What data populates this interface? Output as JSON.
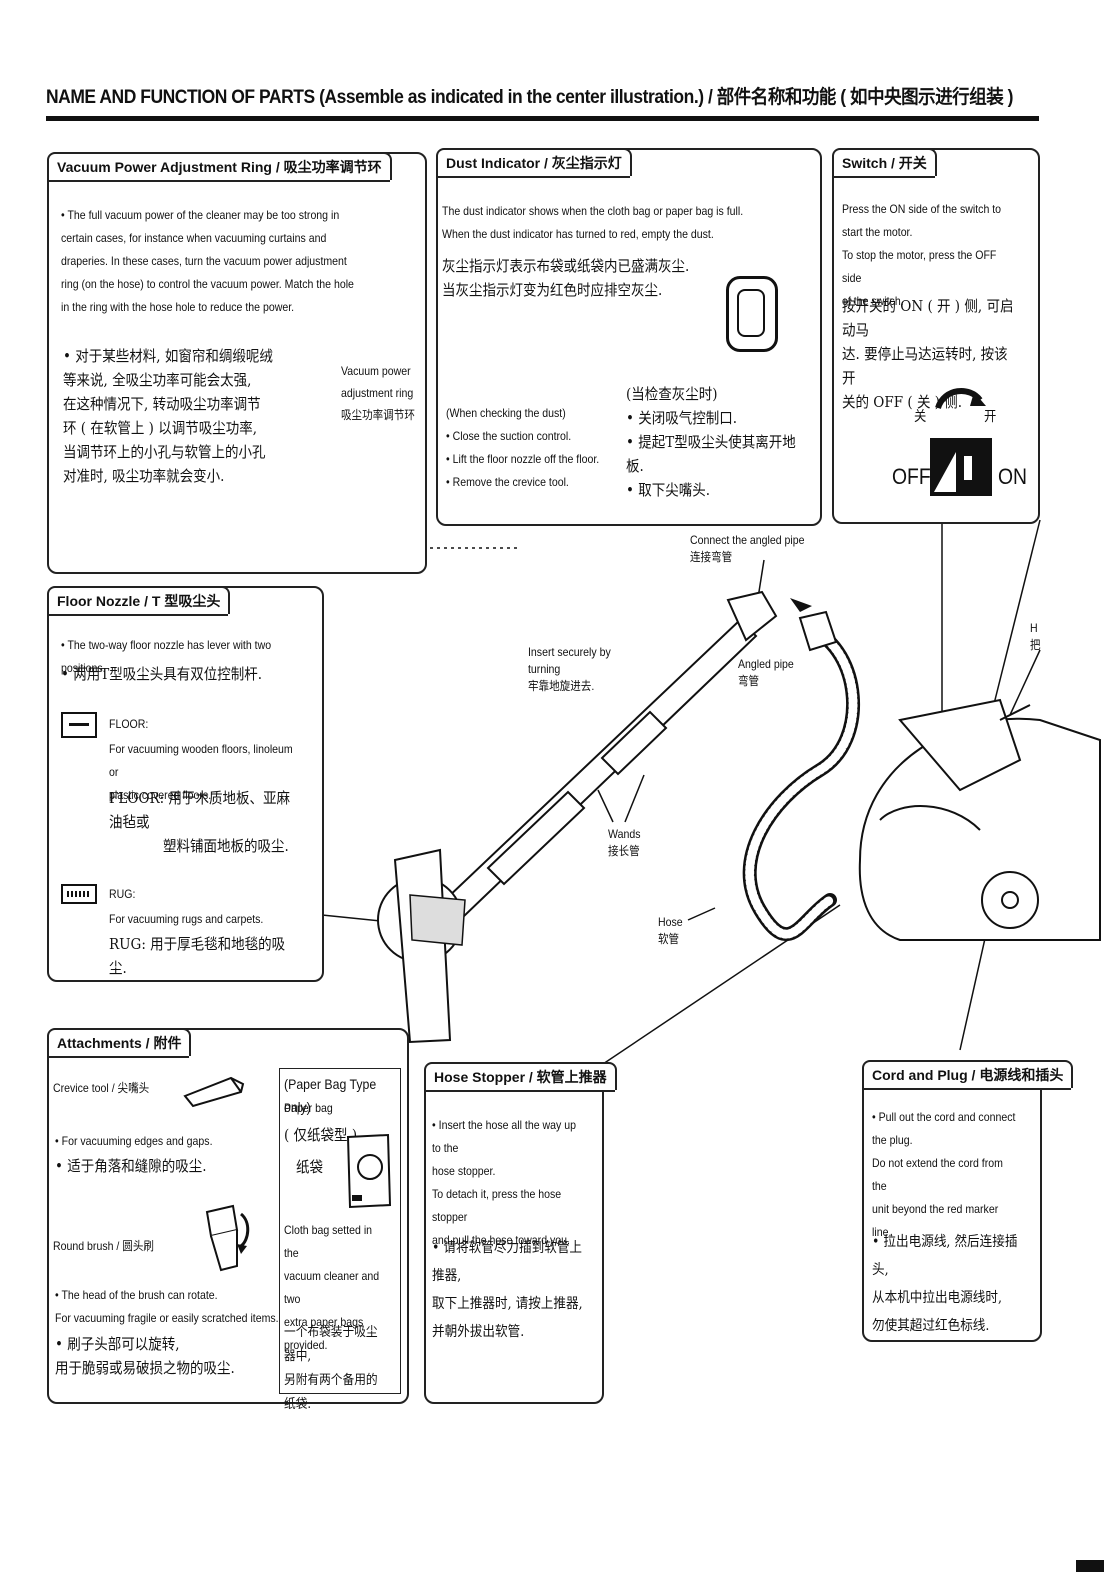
{
  "page": {
    "title": "NAME AND FUNCTION OF PARTS (Assemble as indicated in the center illustration.) / 部件名称和功能 ( 如中央图示进行组装 )"
  },
  "vacuum_ring": {
    "heading": "Vacuum Power Adjustment Ring / 吸尘功率调节环",
    "en": "• The full vacuum power of the cleaner may be too strong in\ncertain cases, for instance when vacuuming curtains and\ndraperies. In these cases, turn the vacuum power adjustment\nring (on the hose) to control the vacuum power. Match the hole\nin the ring with the hose hole to reduce the power.",
    "zh": "• 对于某些材料, 如窗帘和绸缎呢绒\n等来说, 全吸尘功率可能会太强,\n在这种情况下, 转动吸尘功率调节\n环 ( 在软管上 ) 以调节吸尘功率,\n当调节环上的小孔与软管上的小孔\n对准时, 吸尘功率就会变小.",
    "callout": "Vacuum power\nadjustment ring\n吸尘功率调节环"
  },
  "dust_indicator": {
    "heading": "Dust Indicator / 灰尘指示灯",
    "en": "The dust indicator shows when the cloth bag or paper bag is full.\nWhen the dust indicator has turned to red, empty the dust.",
    "zh": "灰尘指示灯表示布袋或纸袋内已盛满灰尘.\n当灰尘指示灯变为红色时应排空灰尘.",
    "check_en": "(When checking the dust)\n• Close the suction control.\n• Lift the floor nozzle off the floor.\n• Remove the crevice tool.",
    "check_zh": "(当检查灰尘时)\n• 关闭吸气控制口.\n• 提起T型吸尘头使其离开地板.\n• 取下尖嘴头."
  },
  "switch": {
    "heading": "Switch / 开关",
    "en": "Press the ON side of the switch to\nstart the motor.\nTo stop the motor, press the OFF side\nof the switch.",
    "zh": "按开关的 ON ( 开 ) 侧, 可启动马\n达. 要停止马达运转时, 按该开\n关的 OFF ( 关 ) 侧.",
    "off_zh": "关",
    "on_zh": "开",
    "off": "OFF",
    "on": "ON"
  },
  "floor_nozzle": {
    "heading": "Floor Nozzle / T 型吸尘头",
    "en": "• The two-way floor nozzle has lever with two positions.",
    "zh": "• 两用T型吸尘头具有双位控制杆.",
    "floor_title": "FLOOR:",
    "floor_en": "For vacuuming wooden floors, linoleum or\nplastic covered floors.",
    "floor_zh": "FLOOR: 用于木质地板、亚麻油毡或\n　　　　塑料铺面地板的吸尘.",
    "rug_title": "RUG:",
    "rug_en": "For vacuuming rugs and carpets.",
    "rug_zh": "RUG: 用于厚毛毯和地毯的吸尘."
  },
  "center": {
    "connect": "Connect the angled pipe\n连接弯管",
    "insert": "Insert securely by\nturning\n牢靠地旋进去.",
    "angled_pipe": "Angled pipe\n弯管",
    "wands": "Wands\n接长管",
    "hose": "Hose\n软管",
    "edge": "H\n把"
  },
  "attachments": {
    "heading": "Attachments / 附件",
    "crevice_title": "Crevice tool / 尖嘴头",
    "crevice_en": "• For vacuuming edges and gaps.",
    "crevice_zh": "• 适于角落和缝隙的吸尘.",
    "brush_title": "Round brush / 圆头刷",
    "brush_en": "• The head of the brush can rotate.\nFor vacuuming fragile or easily scratched items.",
    "brush_zh": "• 刷子头部可以旋转,\n用于脆弱或易破损之物的吸尘.",
    "bag_type": "(Paper Bag Type only)",
    "bag_en": "Paper bag",
    "bag_type_zh": "( 仅纸袋型 )",
    "bag_zh": "纸袋",
    "cloth_en": "Cloth bag setted in the\nvacuum cleaner and two\nextra paper bags\nprovided.",
    "cloth_zh": "一个布袋装于吸尘器中,\n另附有两个备用的纸袋."
  },
  "hose_stopper": {
    "heading": "Hose Stopper / 软管上推器",
    "en": "• Insert the hose all the way up to the\nhose stopper.\nTo detach it, press the hose stopper\nand pull the hose toward you.",
    "zh": "• 请将软管尽力插到软管上推器,\n取下上推器时, 请按上推器,\n并朝外拔出软管."
  },
  "cord": {
    "heading": "Cord and Plug / 电源线和插头",
    "en": "• Pull out the cord and connect\nthe plug.\nDo not extend the cord from the\nunit beyond the red marker line.",
    "zh": "• 拉出电源线, 然后连接插头,\n从本机中拉出电源线时,\n勿使其超过红色标线."
  }
}
